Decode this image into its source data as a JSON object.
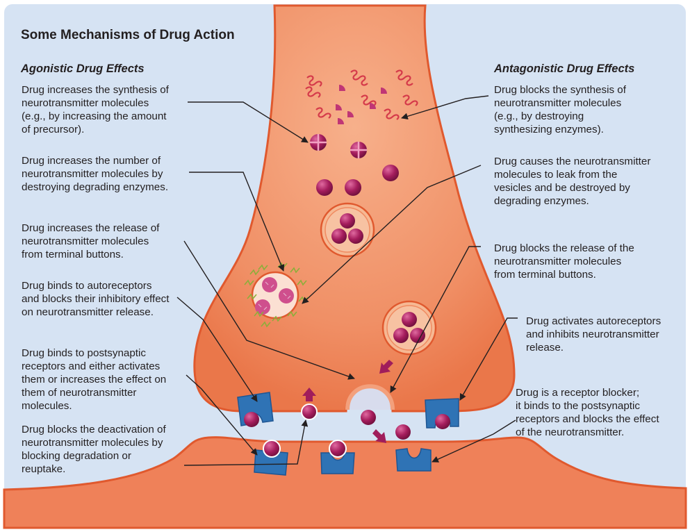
{
  "title": "Some Mechanisms of Drug Action",
  "agonist": {
    "heading": "Agonistic Drug Effects",
    "items": [
      "Drug increases the synthesis of\nneurotransmitter molecules\n(e.g., by increasing the amount\nof precursor).",
      "Drug increases the number of\nneurotransmitter molecules by\ndestroying degrading enzymes.",
      "Drug increases the release of\nneurotransmitter molecules\nfrom terminal buttons.",
      "Drug binds to autoreceptors\nand blocks their inhibitory effect\non neurotransmitter release.",
      "Drug binds to postsynaptic\nreceptors and either activates\nthem or increases the effect on\nthem of neurotransmitter\nmolecules.",
      "Drug blocks the deactivation of\nneurotransmitter molecules by\nblocking degradation or\nreuptake."
    ]
  },
  "antagonist": {
    "heading": "Antagonistic Drug Effects",
    "items": [
      "Drug blocks the synthesis of\nneurotransmitter molecules\n(e.g., by destroying\nsynthesizing enzymes).",
      "Drug causes the neurotransmitter\nmolecules to leak from the\nvesicles and be destroyed by\ndegrading enzymes.",
      "Drug blocks the release of the\nneurotransmitter molecules\nfrom terminal buttons.",
      "Drug activates autoreceptors\nand inhibits neurotransmitter\nrelease.",
      "Drug is a receptor blocker;\nit binds to the postsynaptic\nreceptors and blocks the effect\nof the neurotransmitter."
    ]
  },
  "colors": {
    "background": "#d6e3f3",
    "neuron": "#ef8159",
    "neuron_light": "#f6b48f",
    "neuron_edge": "#e0592e",
    "molecule": "#a01d5b",
    "receptor": "#2f73b5",
    "enzyme": "#d53a4a",
    "drug_green": "#8cae3a"
  }
}
